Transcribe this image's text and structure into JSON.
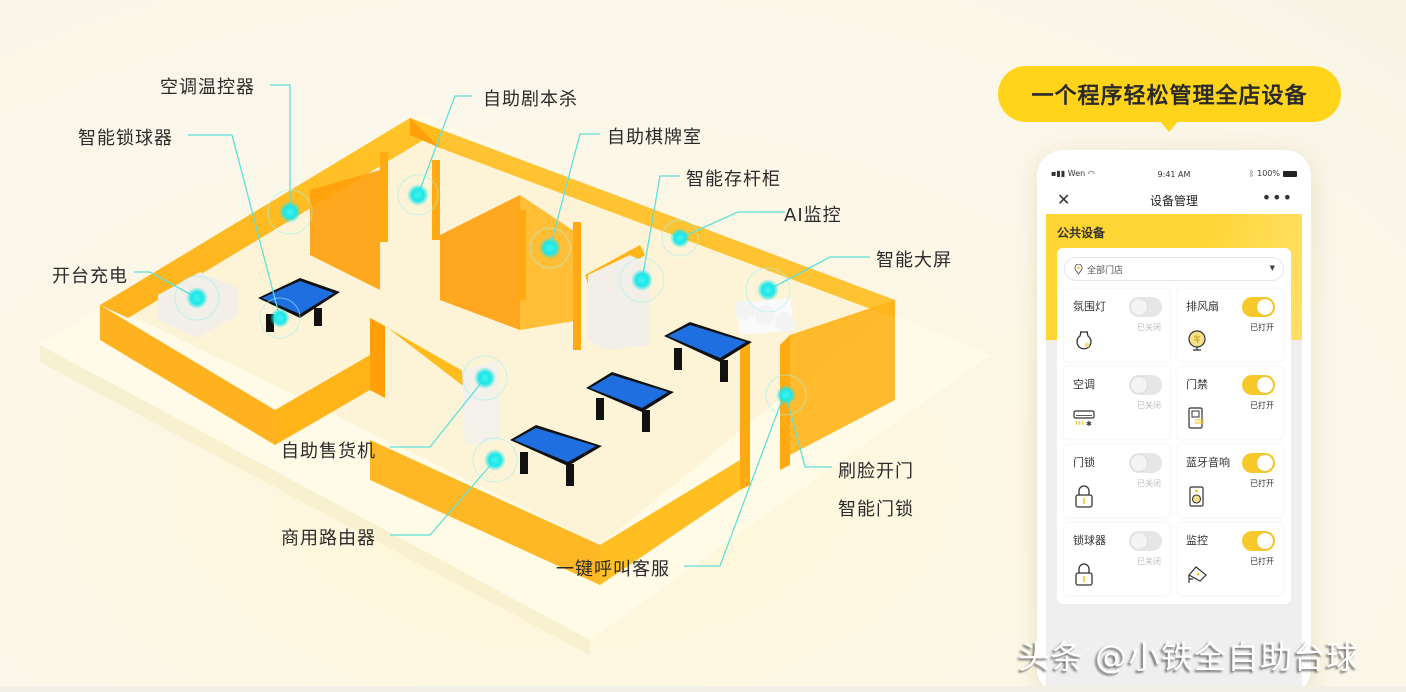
{
  "banner": {
    "headline": "一个程序轻松管理全店设备"
  },
  "floor_plan": {
    "callouts": [
      {
        "id": "ac-thermostat",
        "label": "空调温控器"
      },
      {
        "id": "smart-ball-lock",
        "label": "智能锁球器"
      },
      {
        "id": "table-charging",
        "label": "开台充电"
      },
      {
        "id": "self-murder-mystery",
        "label": "自助剧本杀"
      },
      {
        "id": "self-chess-room",
        "label": "自助棋牌室"
      },
      {
        "id": "smart-cue-cabinet",
        "label": "智能存杆柜"
      },
      {
        "id": "ai-monitor",
        "label": "AI监控"
      },
      {
        "id": "smart-big-screen",
        "label": "智能大屏"
      },
      {
        "id": "vending-machine",
        "label": "自助售货机"
      },
      {
        "id": "commercial-router",
        "label": "商用路由器"
      },
      {
        "id": "face-door",
        "label": "刷脸开门"
      },
      {
        "id": "smart-door-lock",
        "label": "智能门锁"
      },
      {
        "id": "one-click-service",
        "label": "一键呼叫客服"
      }
    ],
    "colors": {
      "wall": "#ffb81a",
      "wall_dark": "#ff9f0a",
      "floor": "#fdf6df",
      "hotspot": "#1ee6e6",
      "leader_line": "#5fe0d8",
      "table_felt": "#1f6fe0"
    }
  },
  "phone": {
    "status_bar": {
      "carrier": "Wen",
      "time": "9:41 AM",
      "battery": "100%"
    },
    "nav": {
      "close_icon": "close-icon",
      "title": "设备管理",
      "more_icon": "more-icon"
    },
    "section_title": "公共设备",
    "store_selector": {
      "value": "全部门店",
      "icon": "location-pin-icon"
    },
    "devices": [
      {
        "name": "氛围灯",
        "state": "已关闭",
        "on": false,
        "icon": "bulb-icon"
      },
      {
        "name": "排风扇",
        "state": "已打开",
        "on": true,
        "icon": "fan-icon"
      },
      {
        "name": "空调",
        "state": "已关闭",
        "on": false,
        "icon": "air-conditioner-icon"
      },
      {
        "name": "门禁",
        "state": "已打开",
        "on": true,
        "icon": "access-control-icon"
      },
      {
        "name": "门锁",
        "state": "已关闭",
        "on": false,
        "icon": "lock-icon"
      },
      {
        "name": "蓝牙音响",
        "state": "已打开",
        "on": true,
        "icon": "speaker-icon"
      },
      {
        "name": "锁球器",
        "state": "已关闭",
        "on": false,
        "icon": "lock-icon"
      },
      {
        "name": "监控",
        "state": "已打开",
        "on": true,
        "icon": "camera-icon"
      }
    ],
    "colors": {
      "accent": "#ffd533",
      "toggle_on": "#f7c92a",
      "toggle_off": "#e6e6e6"
    }
  },
  "watermark": "头条 @小铁全自助台球"
}
